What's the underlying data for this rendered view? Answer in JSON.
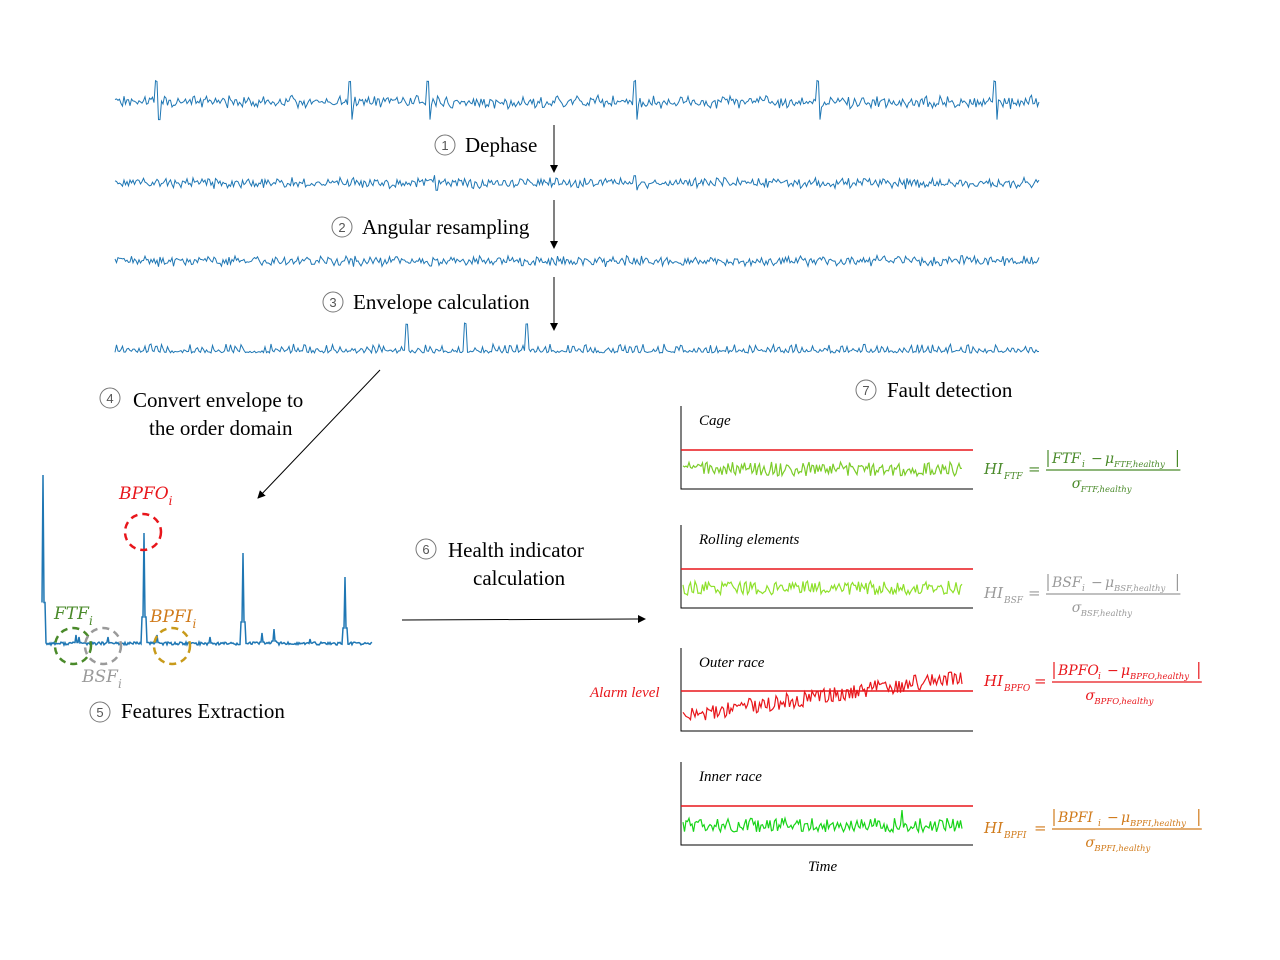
{
  "steps": {
    "s1": {
      "num": "1",
      "label": "Dephase"
    },
    "s2": {
      "num": "2",
      "label": "Angular resampling"
    },
    "s3": {
      "num": "3",
      "label": "Envelope calculation"
    },
    "s4": {
      "num": "4",
      "line1": "Convert envelope to",
      "line2": "the order domain"
    },
    "s5": {
      "num": "5",
      "label": "Features Extraction"
    },
    "s6": {
      "num": "6",
      "line1": "Health indicator",
      "line2": "calculation"
    },
    "s7": {
      "num": "7",
      "label": "Fault detection"
    }
  },
  "features": {
    "bpfo": {
      "main": "BPFO",
      "sub": "i",
      "color": "#e8161b"
    },
    "ftf": {
      "main": "FTF",
      "sub": "i",
      "color": "#4a8a2a"
    },
    "bsf": {
      "main": "BSF",
      "sub": "i",
      "color": "#9a9a9a"
    },
    "bpfi": {
      "main": "BPFI",
      "sub": "i",
      "color": "#d07a1a"
    }
  },
  "panels": [
    {
      "title": "Cage",
      "color": "#7ccc2a",
      "hi_sub": "FTF",
      "num_main": "FTF",
      "mu_sub": "FTF,healthy",
      "sigma_sub": "FTF,healthy",
      "formula_color": "#4a8a2a"
    },
    {
      "title": "Rolling elements",
      "color": "#8ee02a",
      "hi_sub": "BSF",
      "num_main": "BSF",
      "mu_sub": "BSF,healthy",
      "sigma_sub": "BSF,healthy",
      "formula_color": "#9a9a9a"
    },
    {
      "title": "Outer race",
      "color": "#e8161b",
      "hi_sub": "BPFO",
      "num_main": "BPFO",
      "mu_sub": "BPFO,healthy",
      "sigma_sub": "BPFO,healthy",
      "formula_color": "#e8161b"
    },
    {
      "title": "Inner race",
      "color": "#18d418",
      "hi_sub": "BPFI",
      "num_main": "BPFI",
      "mu_sub": "BPFI,healthy",
      "sigma_sub": "BPFI,healthy",
      "formula_color": "#d07a1a"
    }
  ],
  "formula": {
    "hi": "HI",
    "sigma": "σ",
    "mu": "μ",
    "minus": "−",
    "equals": "=",
    "index_sub": "i"
  },
  "alarm_label": "Alarm level",
  "time_label": "Time",
  "colors": {
    "signal": "#1f77b4",
    "alarm_line": "#e8161b",
    "axis": "#000000"
  }
}
